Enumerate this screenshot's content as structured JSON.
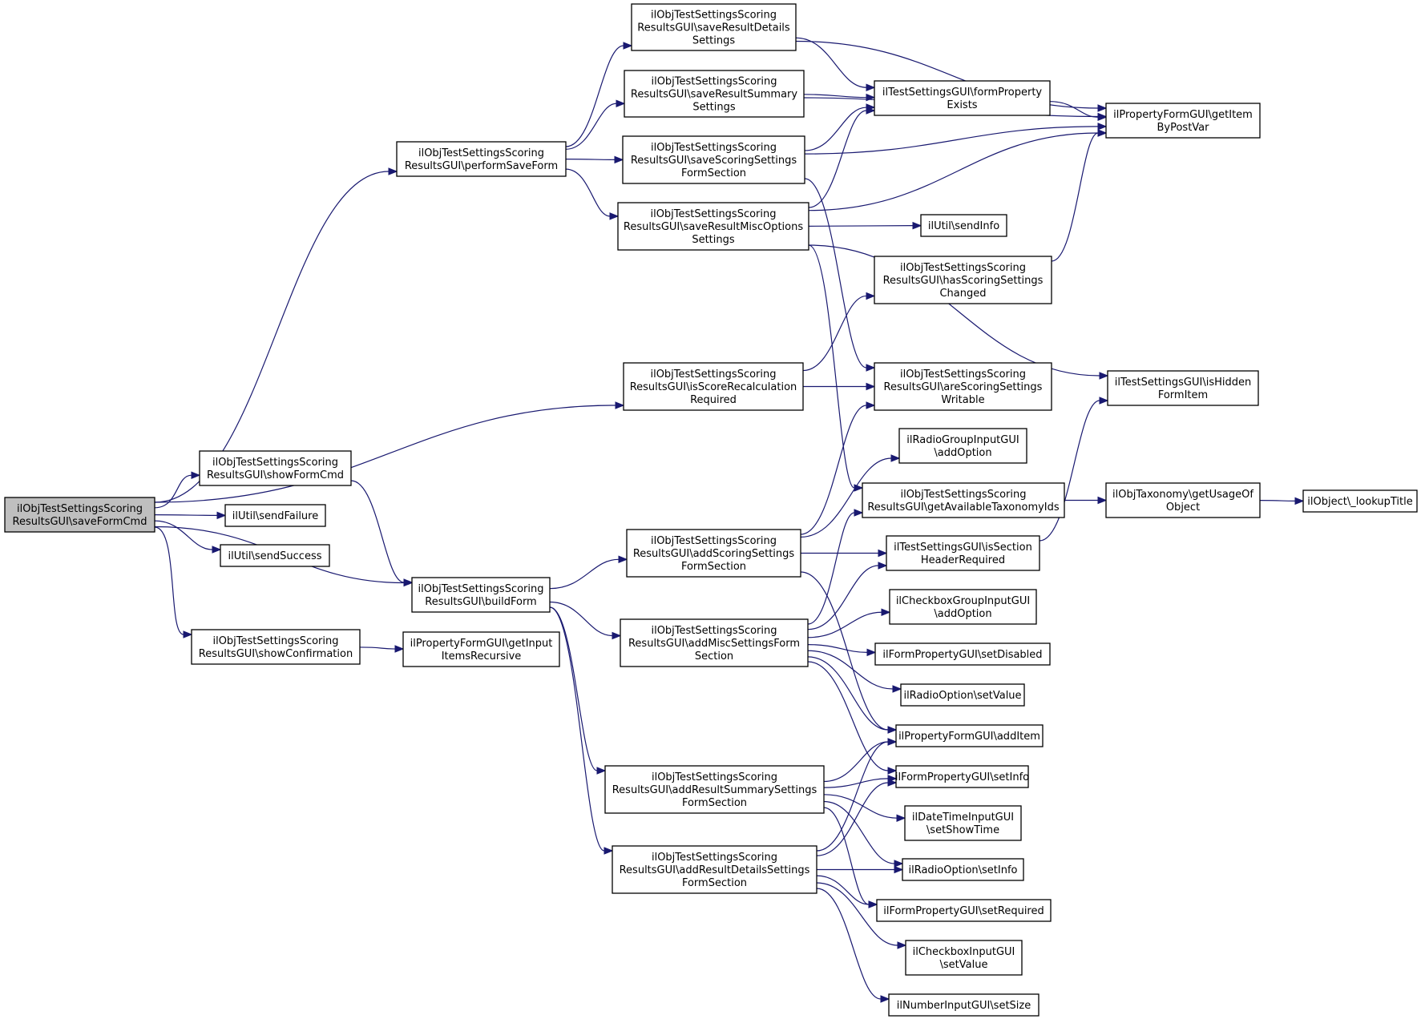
{
  "colors": {
    "edge": "#191970",
    "node_border": "#000000",
    "root_fill": "#bfbfbf",
    "node_fill": "#ffffff"
  },
  "nodes": [
    {
      "id": "saveFormCmd",
      "lines": [
        "ilObjTestSettingsScoring",
        "ResultsGUI\\saveFormCmd"
      ],
      "root": true
    },
    {
      "id": "performSaveForm",
      "lines": [
        "ilObjTestSettingsScoring",
        "ResultsGUI\\performSaveForm"
      ]
    },
    {
      "id": "isScoreRecalc",
      "lines": [
        "ilObjTestSettingsScoring",
        "ResultsGUI\\isScoreRecalculation",
        "Required"
      ]
    },
    {
      "id": "showFormCmd",
      "lines": [
        "ilObjTestSettingsScoring",
        "ResultsGUI\\showFormCmd"
      ]
    },
    {
      "id": "sendFailure",
      "lines": [
        "ilUtil\\sendFailure"
      ]
    },
    {
      "id": "sendSuccess",
      "lines": [
        "ilUtil\\sendSuccess"
      ]
    },
    {
      "id": "buildForm",
      "lines": [
        "ilObjTestSettingsScoring",
        "ResultsGUI\\buildForm"
      ]
    },
    {
      "id": "showConfirmation",
      "lines": [
        "ilObjTestSettingsScoring",
        "ResultsGUI\\showConfirmation"
      ]
    },
    {
      "id": "getInputItemsRecursive",
      "lines": [
        "ilPropertyFormGUI\\getInput",
        "ItemsRecursive"
      ]
    },
    {
      "id": "saveResultDetails",
      "lines": [
        "ilObjTestSettingsScoring",
        "ResultsGUI\\saveResultDetails",
        "Settings"
      ]
    },
    {
      "id": "saveResultSummary",
      "lines": [
        "ilObjTestSettingsScoring",
        "ResultsGUI\\saveResultSummary",
        "Settings"
      ]
    },
    {
      "id": "saveScoringSettings",
      "lines": [
        "ilObjTestSettingsScoring",
        "ResultsGUI\\saveScoringSettings",
        "FormSection"
      ]
    },
    {
      "id": "saveResultMiscOptions",
      "lines": [
        "ilObjTestSettingsScoring",
        "ResultsGUI\\saveResultMiscOptions",
        "Settings"
      ]
    },
    {
      "id": "addScoringSettings",
      "lines": [
        "ilObjTestSettingsScoring",
        "ResultsGUI\\addScoringSettings",
        "FormSection"
      ]
    },
    {
      "id": "addMiscSettings",
      "lines": [
        "ilObjTestSettingsScoring",
        "ResultsGUI\\addMiscSettingsForm",
        "Section"
      ]
    },
    {
      "id": "addResultSummary",
      "lines": [
        "ilObjTestSettingsScoring",
        "ResultsGUI\\addResultSummarySettings",
        "FormSection"
      ]
    },
    {
      "id": "addResultDetails",
      "lines": [
        "ilObjTestSettingsScoring",
        "ResultsGUI\\addResultDetailsSettings",
        "FormSection"
      ]
    },
    {
      "id": "formPropertyExists",
      "lines": [
        "ilTestSettingsGUI\\formProperty",
        "Exists"
      ]
    },
    {
      "id": "sendInfo",
      "lines": [
        "ilUtil\\sendInfo"
      ]
    },
    {
      "id": "hasScoringChanged",
      "lines": [
        "ilObjTestSettingsScoring",
        "ResultsGUI\\hasScoringSettings",
        "Changed"
      ]
    },
    {
      "id": "areScoringWritable",
      "lines": [
        "ilObjTestSettingsScoring",
        "ResultsGUI\\areScoringSettings",
        "Writable"
      ]
    },
    {
      "id": "radioGroupAddOption",
      "lines": [
        "ilRadioGroupInputGUI",
        "\\addOption"
      ]
    },
    {
      "id": "getAvailableTaxonomyIds",
      "lines": [
        "ilObjTestSettingsScoring",
        "ResultsGUI\\getAvailableTaxonomyIds"
      ]
    },
    {
      "id": "isSectionHeaderRequired",
      "lines": [
        "ilTestSettingsGUI\\isSection",
        "HeaderRequired"
      ]
    },
    {
      "id": "checkboxGroupAddOption",
      "lines": [
        "ilCheckboxGroupInputGUI",
        "\\addOption"
      ]
    },
    {
      "id": "setDisabled",
      "lines": [
        "ilFormPropertyGUI\\setDisabled"
      ]
    },
    {
      "id": "radioSetValue",
      "lines": [
        "ilRadioOption\\setValue"
      ]
    },
    {
      "id": "addItem",
      "lines": [
        "ilPropertyFormGUI\\addItem"
      ]
    },
    {
      "id": "setInfo",
      "lines": [
        "ilFormPropertyGUI\\setInfo"
      ]
    },
    {
      "id": "setShowTime",
      "lines": [
        "ilDateTimeInputGUI",
        "\\setShowTime"
      ]
    },
    {
      "id": "radioSetInfo",
      "lines": [
        "ilRadioOption\\setInfo"
      ]
    },
    {
      "id": "setRequired",
      "lines": [
        "ilFormPropertyGUI\\setRequired"
      ]
    },
    {
      "id": "checkboxSetValue",
      "lines": [
        "ilCheckboxInputGUI",
        "\\setValue"
      ]
    },
    {
      "id": "setSize",
      "lines": [
        "ilNumberInputGUI\\setSize"
      ]
    },
    {
      "id": "getItemByPostVar",
      "lines": [
        "ilPropertyFormGUI\\getItem",
        "ByPostVar"
      ]
    },
    {
      "id": "isHiddenFormItem",
      "lines": [
        "ilTestSettingsGUI\\isHidden",
        "FormItem"
      ]
    },
    {
      "id": "getUsageOfObject",
      "lines": [
        "ilObjTaxonomy\\getUsageOf",
        "Object"
      ]
    },
    {
      "id": "lookupTitle",
      "lines": [
        "ilObject\\_lookupTitle"
      ]
    }
  ],
  "edges": [
    [
      "saveFormCmd",
      "performSaveForm"
    ],
    [
      "saveFormCmd",
      "isScoreRecalc"
    ],
    [
      "saveFormCmd",
      "showFormCmd"
    ],
    [
      "saveFormCmd",
      "sendFailure"
    ],
    [
      "saveFormCmd",
      "sendSuccess"
    ],
    [
      "saveFormCmd",
      "buildForm"
    ],
    [
      "saveFormCmd",
      "showConfirmation"
    ],
    [
      "performSaveForm",
      "saveResultDetails"
    ],
    [
      "performSaveForm",
      "saveResultSummary"
    ],
    [
      "performSaveForm",
      "saveScoringSettings"
    ],
    [
      "performSaveForm",
      "saveResultMiscOptions"
    ],
    [
      "saveResultDetails",
      "formPropertyExists"
    ],
    [
      "saveResultDetails",
      "getItemByPostVar"
    ],
    [
      "saveResultSummary",
      "formPropertyExists"
    ],
    [
      "saveResultSummary",
      "getItemByPostVar"
    ],
    [
      "saveScoringSettings",
      "formPropertyExists"
    ],
    [
      "saveScoringSettings",
      "getItemByPostVar"
    ],
    [
      "saveScoringSettings",
      "areScoringWritable"
    ],
    [
      "saveResultMiscOptions",
      "formPropertyExists"
    ],
    [
      "saveResultMiscOptions",
      "getItemByPostVar"
    ],
    [
      "saveResultMiscOptions",
      "sendInfo"
    ],
    [
      "saveResultMiscOptions",
      "isHiddenFormItem"
    ],
    [
      "saveResultMiscOptions",
      "getAvailableTaxonomyIds"
    ],
    [
      "formPropertyExists",
      "getItemByPostVar"
    ],
    [
      "hasScoringChanged",
      "getItemByPostVar"
    ],
    [
      "isScoreRecalc",
      "hasScoringChanged"
    ],
    [
      "isScoreRecalc",
      "areScoringWritable"
    ],
    [
      "showFormCmd",
      "buildForm"
    ],
    [
      "showConfirmation",
      "getInputItemsRecursive"
    ],
    [
      "buildForm",
      "addScoringSettings"
    ],
    [
      "buildForm",
      "addMiscSettings"
    ],
    [
      "buildForm",
      "addResultSummary"
    ],
    [
      "buildForm",
      "addResultDetails"
    ],
    [
      "addScoringSettings",
      "areScoringWritable"
    ],
    [
      "addScoringSettings",
      "radioGroupAddOption"
    ],
    [
      "addScoringSettings",
      "isSectionHeaderRequired"
    ],
    [
      "addScoringSettings",
      "addItem"
    ],
    [
      "addMiscSettings",
      "getAvailableTaxonomyIds"
    ],
    [
      "addMiscSettings",
      "isSectionHeaderRequired"
    ],
    [
      "addMiscSettings",
      "checkboxGroupAddOption"
    ],
    [
      "addMiscSettings",
      "setDisabled"
    ],
    [
      "addMiscSettings",
      "radioSetValue"
    ],
    [
      "addMiscSettings",
      "addItem"
    ],
    [
      "addMiscSettings",
      "setInfo"
    ],
    [
      "addResultSummary",
      "addItem"
    ],
    [
      "addResultSummary",
      "setInfo"
    ],
    [
      "addResultSummary",
      "setShowTime"
    ],
    [
      "addResultSummary",
      "radioSetInfo"
    ],
    [
      "addResultSummary",
      "setRequired"
    ],
    [
      "addResultDetails",
      "addItem"
    ],
    [
      "addResultDetails",
      "setInfo"
    ],
    [
      "addResultDetails",
      "radioSetInfo"
    ],
    [
      "addResultDetails",
      "setRequired"
    ],
    [
      "addResultDetails",
      "checkboxSetValue"
    ],
    [
      "addResultDetails",
      "setSize"
    ],
    [
      "getAvailableTaxonomyIds",
      "getUsageOfObject"
    ],
    [
      "getUsageOfObject",
      "lookupTitle"
    ],
    [
      "isSectionHeaderRequired",
      "isHiddenFormItem"
    ]
  ]
}
